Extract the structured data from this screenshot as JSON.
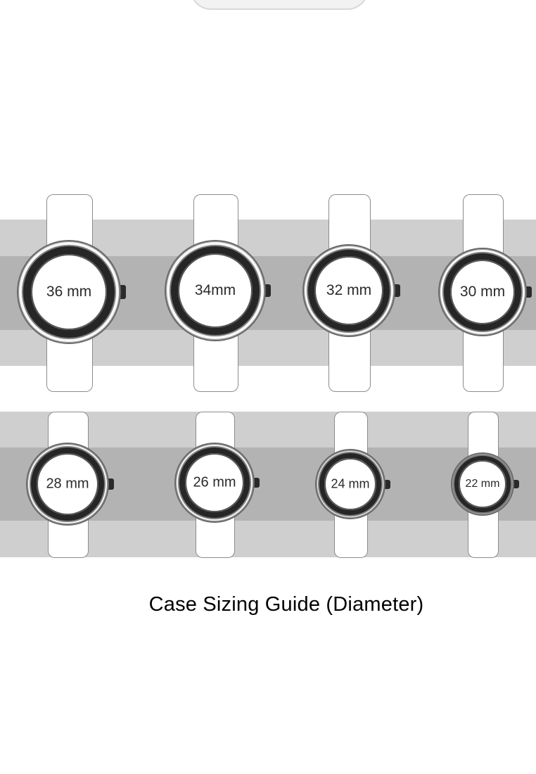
{
  "caption": "Case Sizing Guide (Diameter)",
  "watches": [
    {
      "label": "36 mm",
      "diameter_mm": 36
    },
    {
      "label": "34mm",
      "diameter_mm": 34
    },
    {
      "label": "32 mm",
      "diameter_mm": 32
    },
    {
      "label": "30 mm",
      "diameter_mm": 30
    },
    {
      "label": "28 mm",
      "diameter_mm": 28
    },
    {
      "label": "26 mm",
      "diameter_mm": 26
    },
    {
      "label": "24 mm",
      "diameter_mm": 24
    },
    {
      "label": "22 mm",
      "diameter_mm": 22
    }
  ],
  "colors": {
    "band_light": "#cfcfcf",
    "band_dark": "#b3b3b3",
    "bezel": "#262626",
    "text": "#000000"
  }
}
